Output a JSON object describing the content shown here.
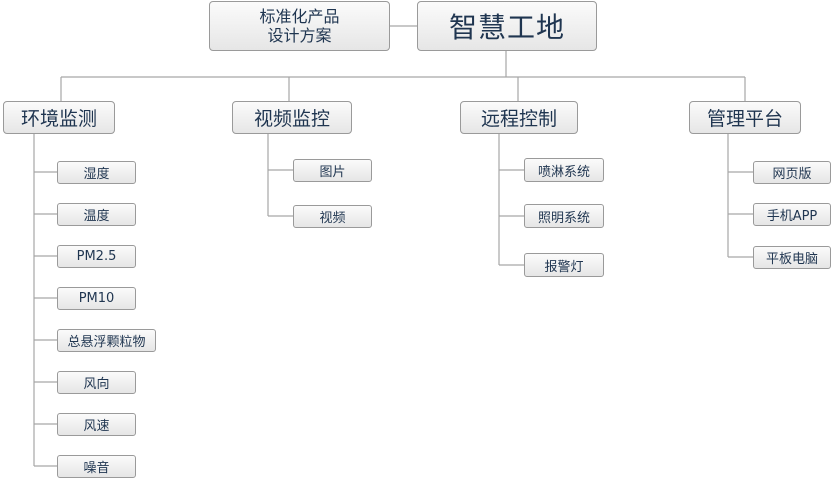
{
  "root": {
    "label": "智慧工地"
  },
  "subtitle": {
    "line1": "标准化产品",
    "line2": "设计方案"
  },
  "categories": [
    {
      "label": "环境监测",
      "items": [
        "湿度",
        "温度",
        "PM2.5",
        "PM10",
        "总悬浮颗粒物",
        "风向",
        "风速",
        "噪音"
      ]
    },
    {
      "label": "视频监控",
      "items": [
        "图片",
        "视频"
      ]
    },
    {
      "label": "远程控制",
      "items": [
        "喷淋系统",
        "照明系统",
        "报警灯"
      ]
    },
    {
      "label": "管理平台",
      "items": [
        "网页版",
        "手机APP",
        "平板电脑"
      ]
    }
  ],
  "colors": {
    "line": "#a6a6a6",
    "text": "#1f3550",
    "border": "#9a9a9a"
  }
}
